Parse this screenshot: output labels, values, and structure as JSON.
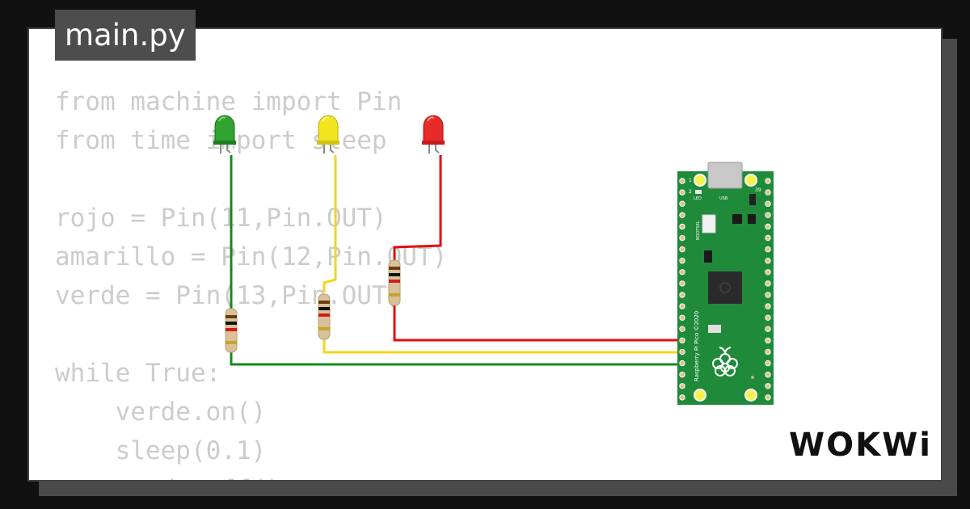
{
  "tab": {
    "filename": "main.py"
  },
  "code": {
    "lines": [
      "from machine import Pin",
      "from time import sleep",
      "",
      "rojo = Pin(11,Pin.OUT)",
      "amarillo = Pin(12,Pin.OUT)",
      "verde = Pin(13,Pin.OUT)",
      "",
      "while True:",
      "    verde.on()",
      "    sleep(0.1)",
      "    verde.off()"
    ]
  },
  "board": {
    "label": "Raspberry Pi Pico ©2020",
    "led_label": "LED",
    "usb_label": "USB",
    "bootsel_label": "BOOTSEL",
    "pin_1": "1",
    "pin_2": "2",
    "pin_39": "39"
  },
  "brand": {
    "logo_text": "WOKWi"
  },
  "colors": {
    "wire_green": "#138b1b",
    "wire_yellow": "#f4d41d",
    "wire_red": "#e01010",
    "board_green": "#1f8a3a",
    "led_green": "#2fa22f",
    "led_yellow": "#f2e61e",
    "led_red": "#e82a2a"
  },
  "icons": [
    "green-led-icon",
    "yellow-led-icon",
    "red-led-icon",
    "resistor-icon",
    "raspberry-pi-logo-icon",
    "wokwi-logo"
  ]
}
